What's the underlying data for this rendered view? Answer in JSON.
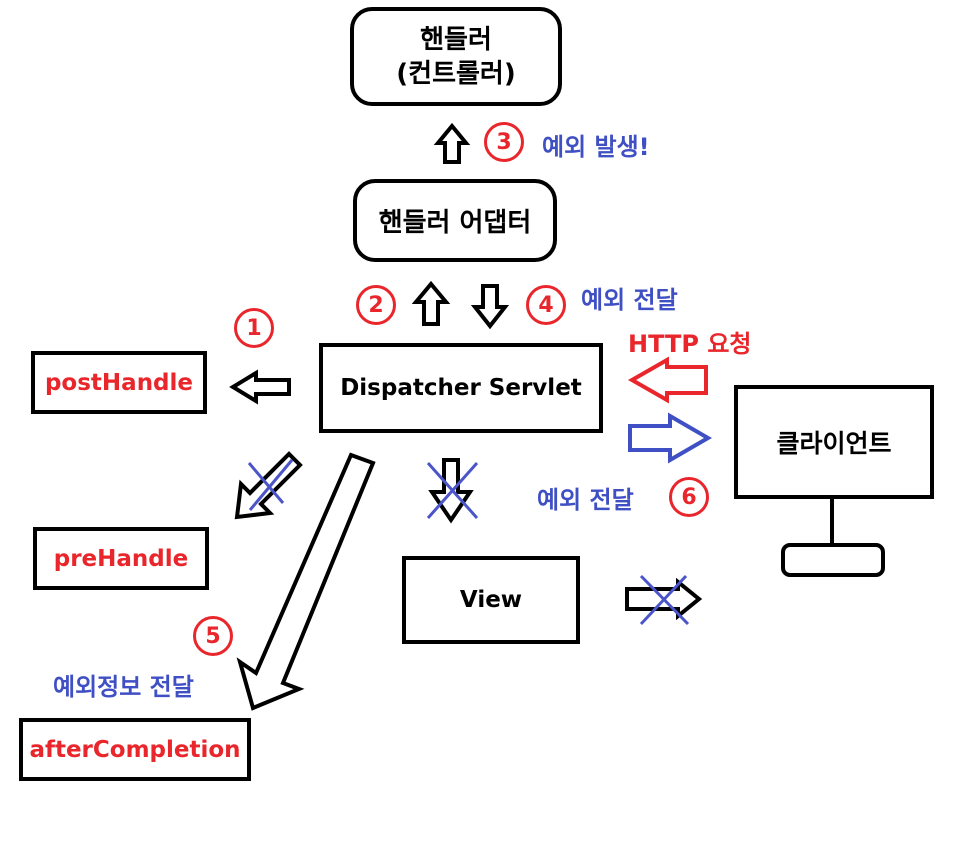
{
  "nodes": {
    "handler": {
      "line1": "핸들러",
      "line2": "(컨트롤러)"
    },
    "handler_adapter": {
      "label": "핸들러 어댑터"
    },
    "dispatcher_servlet": {
      "label": "Dispatcher Servlet"
    },
    "post_handle": {
      "label": "postHandle"
    },
    "pre_handle": {
      "label": "preHandle"
    },
    "after_completion": {
      "label": "afterCompletion"
    },
    "view": {
      "label": "View"
    },
    "client": {
      "label": "클라이언트"
    }
  },
  "steps": [
    "1",
    "2",
    "3",
    "4",
    "5",
    "6"
  ],
  "notes": {
    "exception_occurred": "예외 발생!",
    "exception_forward_top": "예외 전달",
    "http_request": "HTTP 요청",
    "exception_forward_client": "예외 전달",
    "exception_info_forward": "예외정보 전달"
  },
  "colors": {
    "step_red": "#e8262b",
    "note_blue": "#3f4fc4",
    "cross_blue": "#4a55c9"
  }
}
